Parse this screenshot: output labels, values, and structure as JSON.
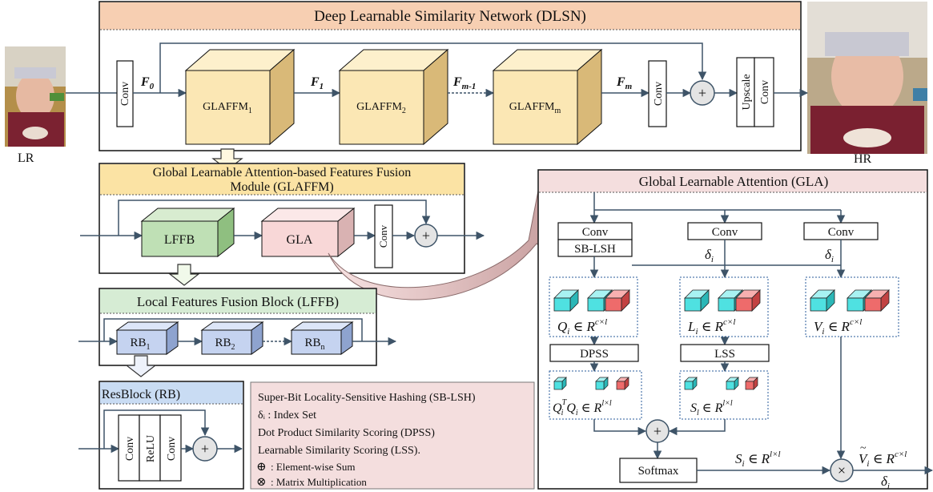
{
  "images": {
    "lr_label": "LR",
    "hr_label": "HR"
  },
  "dlsn": {
    "title": "Deep Learnable Similarity Network (DLSN)",
    "conv_in": "Conv",
    "f0": "F",
    "f0_sub": "0",
    "modules": [
      {
        "label": "GLAFFM",
        "sub": "1"
      },
      {
        "label": "GLAFFM",
        "sub": "2"
      },
      {
        "label": "GLAFFM",
        "sub": "m"
      }
    ],
    "f1": "F",
    "f1_sub": "1",
    "fm1": "F",
    "fm1_sub": "m-1",
    "fm": "F",
    "fm_sub": "m",
    "conv_out": "Conv",
    "sum": "+",
    "upscale": "Upscale",
    "conv_last": "Conv"
  },
  "glaffm": {
    "title_line1": "Global Learnable Attention-based Features Fusion",
    "title_line2": "Module (GLAFFM)",
    "lffb": "LFFB",
    "gla": "GLA",
    "conv": "Conv",
    "sum": "+"
  },
  "lffb": {
    "title": "Local Features Fusion Block (LFFB)",
    "blocks": [
      {
        "label": "RB",
        "sub": "1"
      },
      {
        "label": "RB",
        "sub": "2"
      },
      {
        "label": "RB",
        "sub": "n"
      }
    ]
  },
  "resblock": {
    "title": "ResBlock (RB)",
    "layers": [
      "Conv",
      "ReLU",
      "Conv"
    ],
    "sum": "+"
  },
  "legend": {
    "items": [
      "Super-Bit Locality-Sensitive Hashing (SB-LSH)",
      "δᵢ : Index Set",
      "Dot Product Similarity Scoring (DPSS)",
      "Learnable Similarity Scoring  (LSS)."
    ],
    "sum_sym": "⊕",
    "sum_text": ": Element-wise Sum",
    "mul_sym": "⊗",
    "mul_text": ": Matrix Multiplication"
  },
  "gla": {
    "title": "Global Learnable Attention (GLA)",
    "conv1": "Conv",
    "sblsh": "SB-LSH",
    "conv2": "Conv",
    "conv3": "Conv",
    "delta": "δ",
    "delta_sub": "i",
    "q_eq": {
      "var": "Q",
      "sub": "i",
      "in": "∈",
      "R": "R",
      "sup": "c×l"
    },
    "l_eq": {
      "var": "L",
      "sub": "i",
      "in": "∈",
      "R": "R",
      "sup": "c×l"
    },
    "v_eq": {
      "var": "V",
      "sub": "i",
      "in": "∈",
      "R": "R",
      "sup": "c×l"
    },
    "dpss": "DPSS",
    "lss": "LSS",
    "qtq_eq": {
      "lhs": "Q",
      "sup_t": "T",
      "sub": "i",
      "mid": "Q",
      "in": "∈",
      "R": "R",
      "sup": "l×l"
    },
    "sl_eq": {
      "var": "S",
      "sub": "l",
      "in": "∈",
      "R": "R",
      "sup": "l×l"
    },
    "sum": "+",
    "softmax": "Softmax",
    "si_eq": {
      "var": "S",
      "sub": "i",
      "in": "∈",
      "R": "R",
      "sup": "l×l"
    },
    "mul": "×",
    "vt_eq": {
      "var": "V",
      "tilde": "~",
      "sub": "i",
      "in": "∈",
      "R": "R",
      "sup": "c×l"
    },
    "delta_out": "δ",
    "delta_out_sub": "i"
  },
  "colors": {
    "dlsn_header": "#f7cfb2",
    "glaffm_header": "#fbe3a4",
    "lffb_header": "#d6ecd4",
    "rb_header": "#c9dcf3",
    "gla_header": "#f4dede",
    "legend_bg": "#f4dede",
    "glaffm_block": "#fbe7b4",
    "lffb_block": "#bfe0b5",
    "gla_block": "#f8d7d7",
    "rb_block": "#c5d3f0",
    "cyan": "#4fe1e1",
    "red": "#ee6b6b",
    "line": "#3e5468"
  }
}
